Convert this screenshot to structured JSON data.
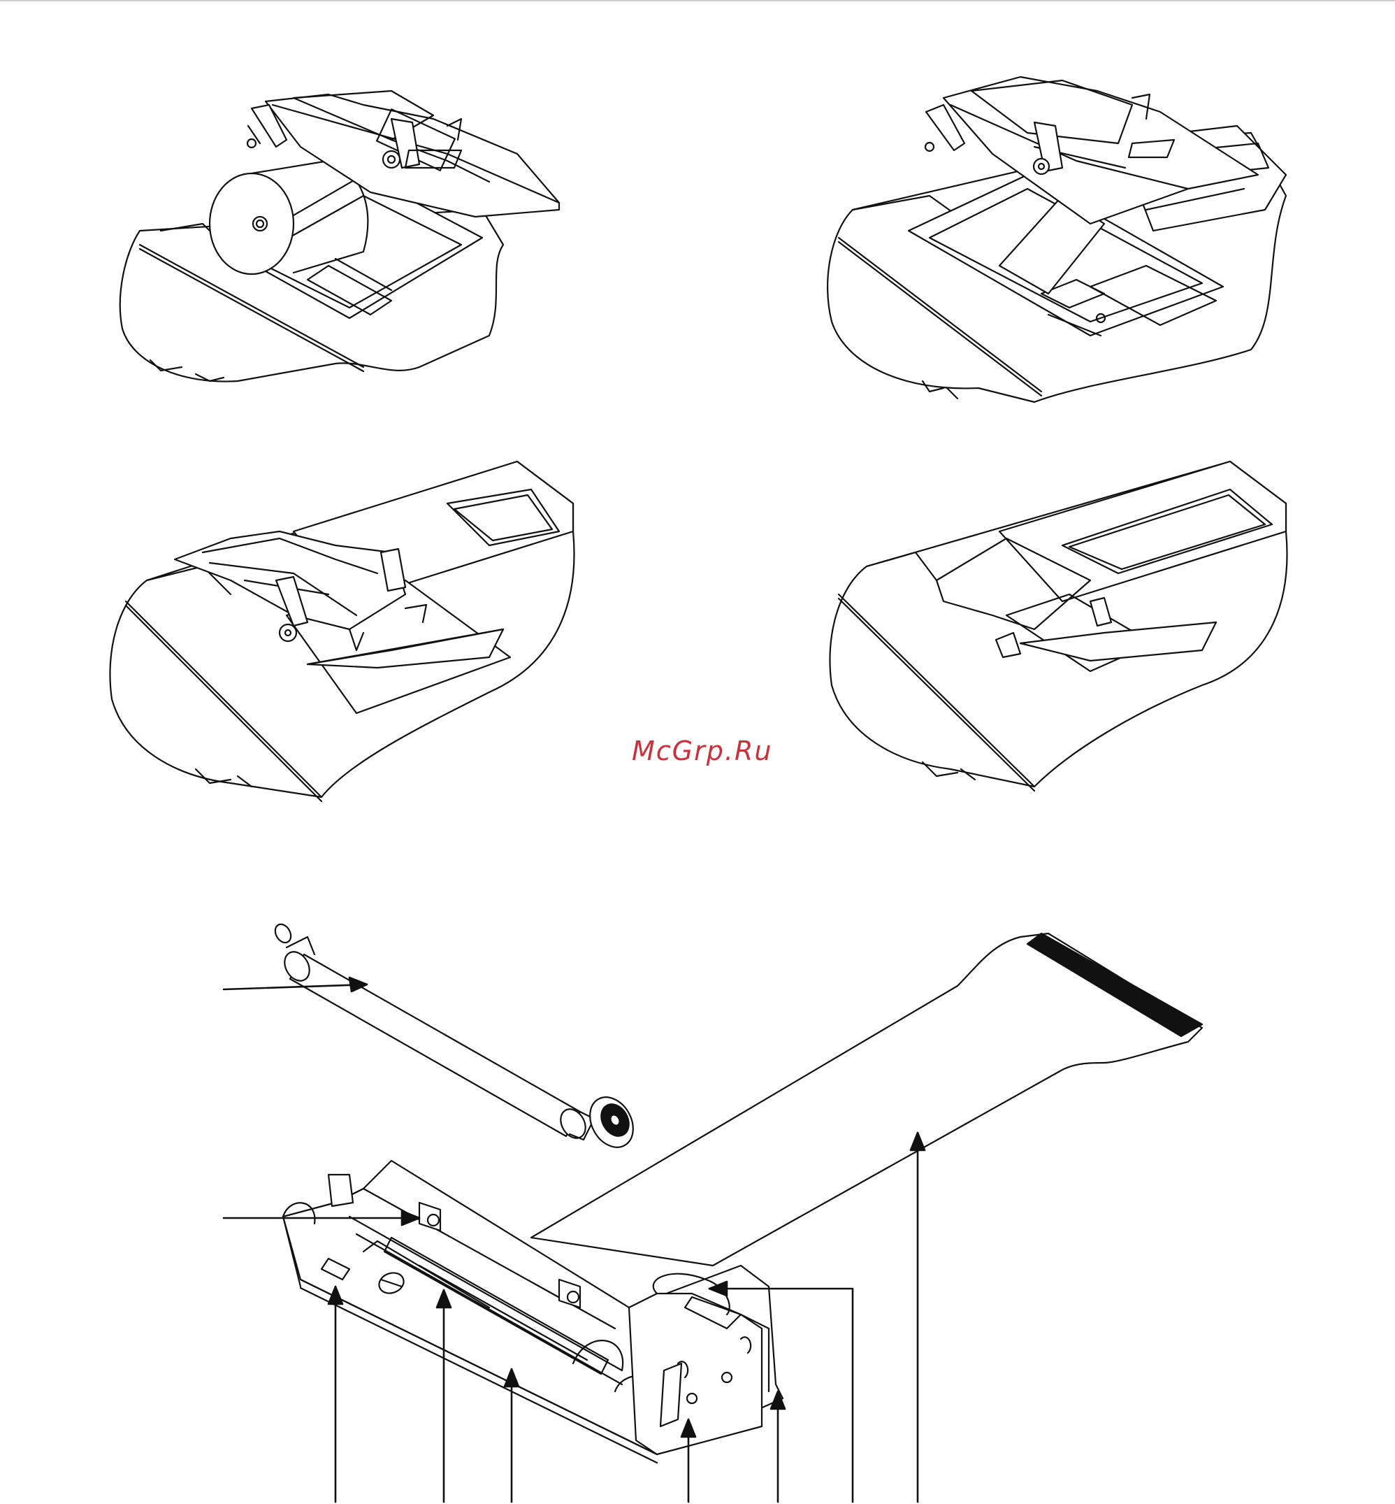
{
  "watermark": {
    "text": "McGrp.Ru",
    "color": "#c8323c"
  },
  "colors": {
    "line": "#111111",
    "fill": "#ffffff",
    "cable_contacts": "#111111"
  },
  "figures": [
    {
      "id": "printer-cover-open-with-roll"
    },
    {
      "id": "printer-cover-open-paper-loaded"
    },
    {
      "id": "printer-cover-closing"
    },
    {
      "id": "printer-cover-closed"
    },
    {
      "id": "print-mechanism-exploded"
    }
  ]
}
